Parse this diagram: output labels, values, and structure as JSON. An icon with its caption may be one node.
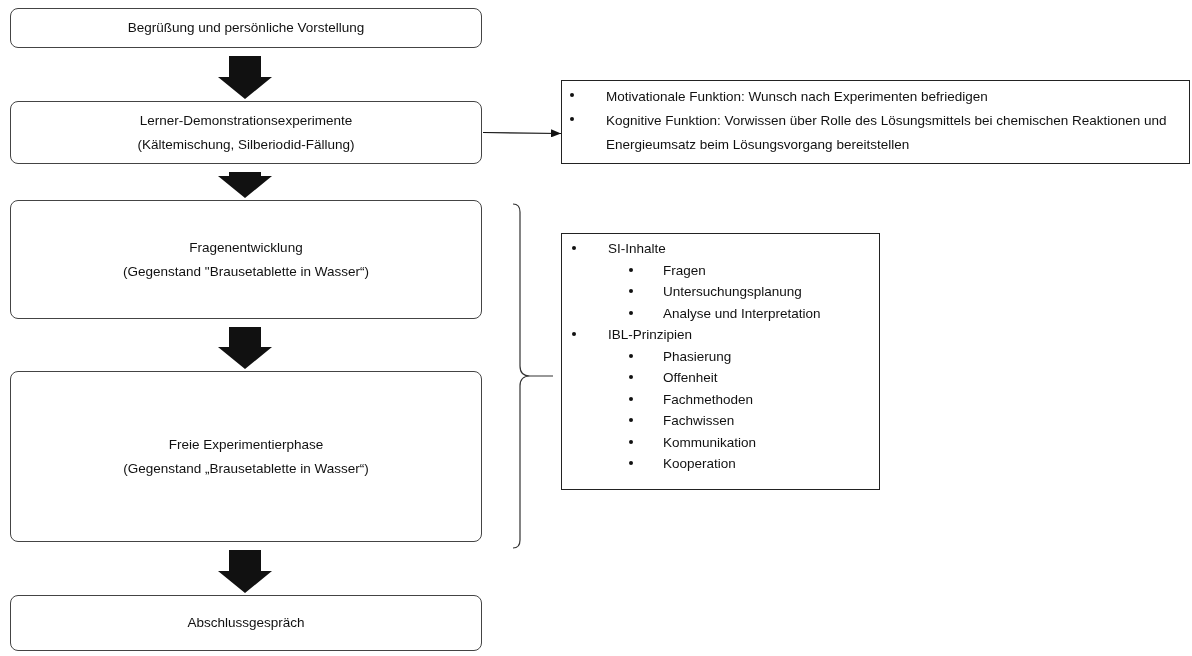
{
  "diagram": {
    "nodes": [
      {
        "text": [
          "Begrüßung und persönliche Vorstellung"
        ]
      },
      {
        "text": [
          "Lerner-Demonstrationsexperimente",
          "(Kältemischung, Silberiodid-Fällung)"
        ]
      },
      {
        "text": [
          "Motivationale Funktion: Wunsch nach Experimenten befriedigen",
          "Kognitive Funktion: Vorwissen über Rolle des Lösungsmittels bei chemischen Reaktionen und Energieumsatz beim Lösungsvorgang bereitstellen"
        ]
      },
      {
        "text": [
          "Fragenentwicklung",
          "(Gegenstand \"Brausetablette in Wasser“)"
        ]
      },
      {
        "text": [
          "Freie Experimentierphase",
          "(Gegenstand „Brausetablette in Wasser“)"
        ]
      },
      {
        "text": [
          "Abschlussgespräch"
        ]
      },
      {
        "text": [
          "SI-Inhalte",
          "Fragen",
          "Untersuchungsplanung",
          "Analyse und Interpretation",
          "IBL-Prinzipien",
          "Phasierung",
          "Offenheit",
          "Fachmethoden",
          "Fachwissen",
          "Kommunikation",
          "Kooperation"
        ]
      }
    ],
    "edges": [
      {
        "from": 0,
        "to": 1,
        "arrow": "to",
        "style": "thick"
      },
      {
        "from": 1,
        "to": 2,
        "arrow": "to"
      },
      {
        "from": 1,
        "to": 3,
        "arrow": "to",
        "style": "thick"
      },
      {
        "from": 3,
        "to": 4,
        "arrow": "to",
        "style": "thick"
      },
      {
        "from": 4,
        "to": 5,
        "arrow": "to",
        "style": "thick"
      }
    ]
  }
}
